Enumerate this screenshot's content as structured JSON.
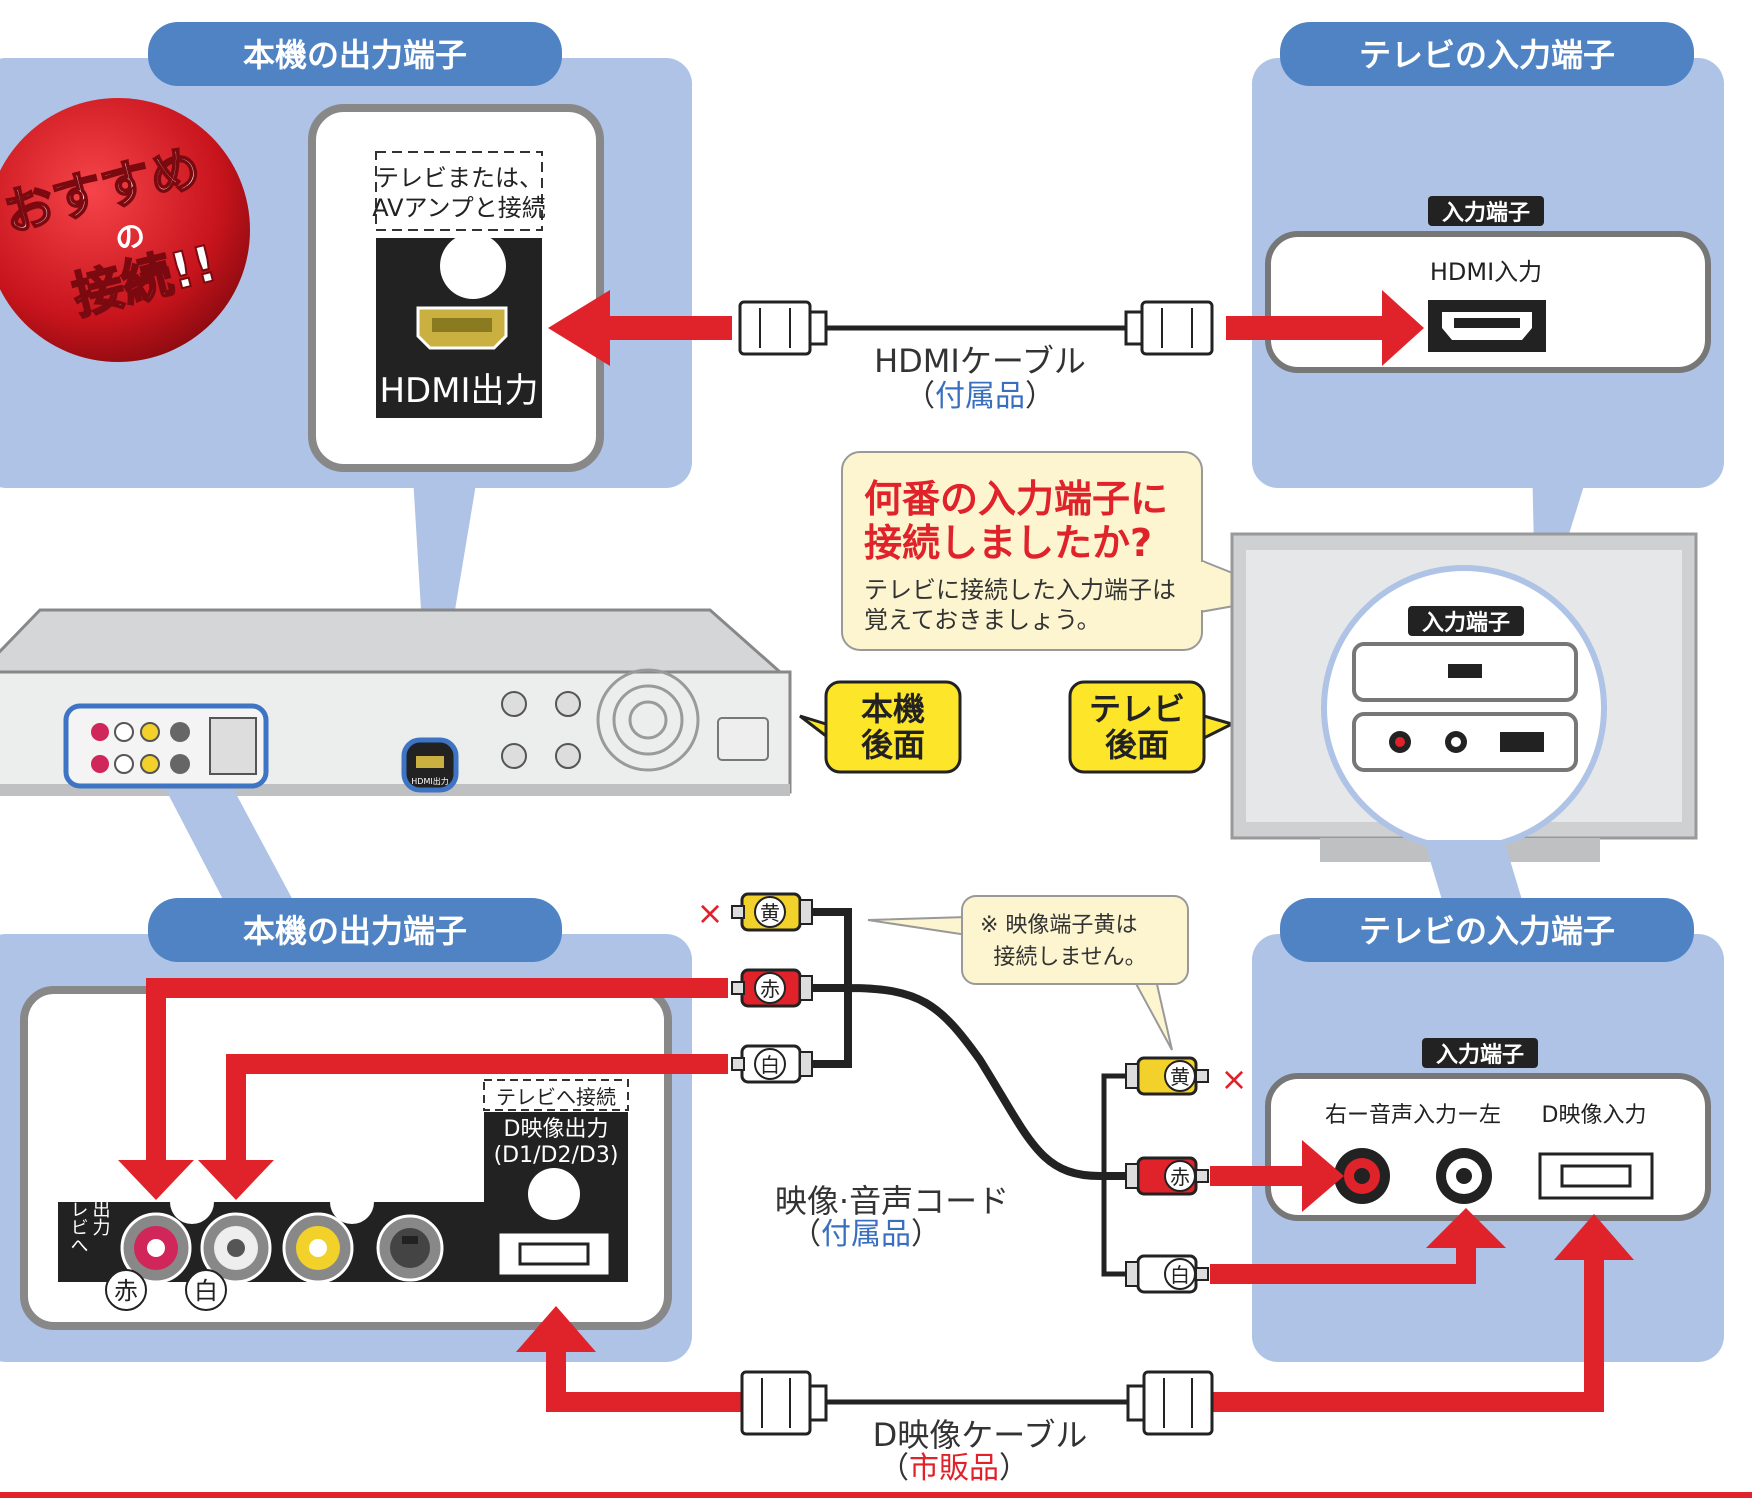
{
  "top_left": {
    "header": "本機の出力端子",
    "badge_line1": "おすすめ",
    "badge_line2": "の",
    "badge_line3": "接続!!",
    "note_line1": "テレビまたは、",
    "note_line2": "AVアンプと接続",
    "port_label": "HDMI出力"
  },
  "top_right": {
    "header": "テレビの入力端子",
    "tag": "入力端子",
    "port_label": "HDMI入力"
  },
  "hdmi_cable": {
    "name": "HDMIケーブル",
    "open": "（",
    "note": "付属品",
    "close": "）"
  },
  "callout": {
    "title_line1": "何番の入力端子に",
    "title_line2": "接続しましたか?",
    "body_line1": "テレビに接続した入力端子は",
    "body_line2": "覚えておきましょう。"
  },
  "rear_labels": {
    "unit_line1": "本機",
    "unit_line2": "後面",
    "tv_line1": "テレビ",
    "tv_line2": "後面"
  },
  "tv_circle": {
    "tag": "入力端子"
  },
  "recorder_panel": {
    "hdmi_label": "HDMI出力"
  },
  "bottom_left": {
    "header": "本機の出力端子",
    "note": "テレビへ接続",
    "d_out_line1": "D映像出力",
    "d_out_line2": "(D1/D2/D3)",
    "vertical_1": "テレビへ",
    "vertical_2": "出力",
    "red_mark": "赤",
    "white_mark": "白"
  },
  "plugs": {
    "yellow": "黄",
    "red": "赤",
    "white": "白",
    "cross": "×"
  },
  "av_note": {
    "prefix": "※ 映像端子",
    "mark": "黄",
    "suffix": "は",
    "line2": "接続しません。"
  },
  "av_cord": {
    "name": "映像·音声コード",
    "open": "（",
    "note": "付属品",
    "close": "）"
  },
  "bottom_right": {
    "header": "テレビの入力端子",
    "tag": "入力端子",
    "audio_label": "右ー音声入力ー左",
    "d_in_label": "D映像入力"
  },
  "d_cable": {
    "name": "D映像ケーブル",
    "open": "（",
    "note": "市販品",
    "close": "）"
  },
  "colors": {
    "panel_blue": "#aec3e6",
    "header_blue": "#4f83c4",
    "arrow_red": "#e0222a",
    "callout_bg": "#fdf5d0",
    "yellow_label": "#fde52a"
  }
}
